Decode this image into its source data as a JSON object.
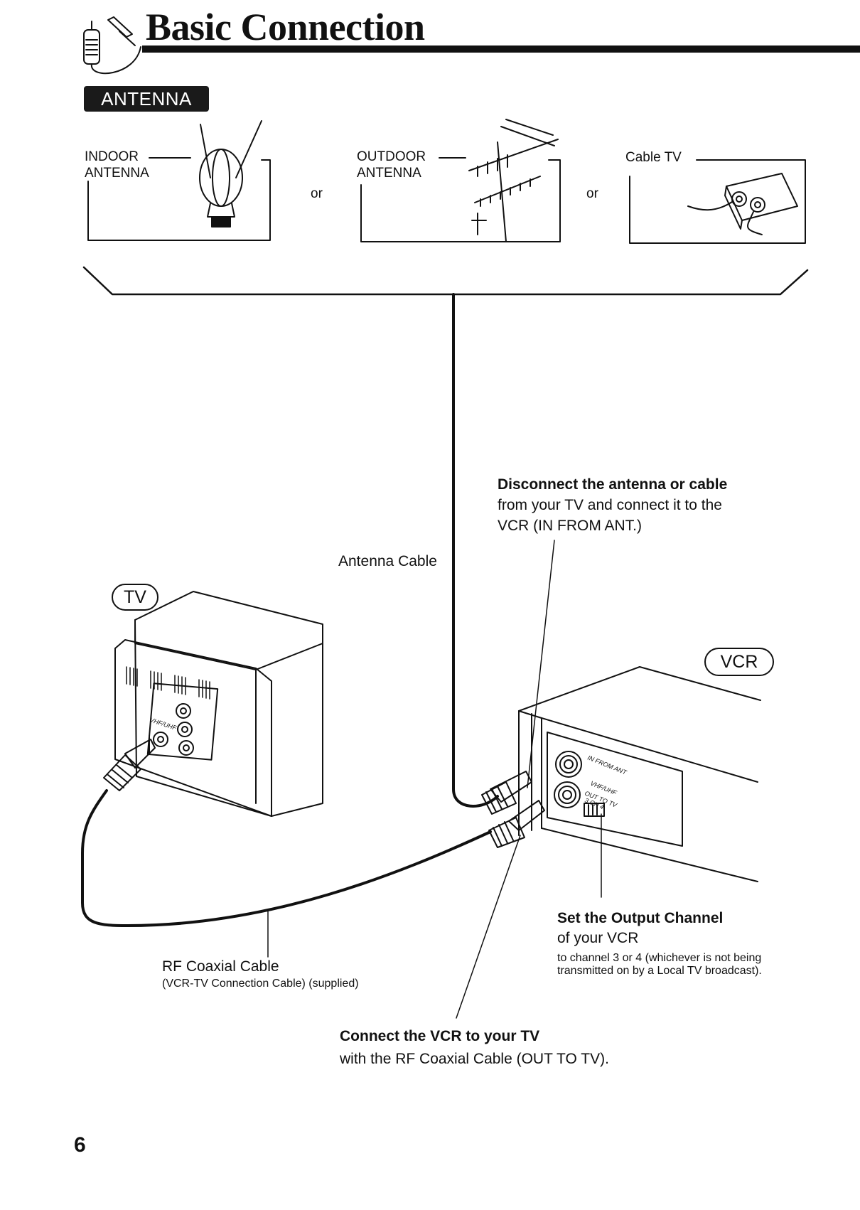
{
  "header": {
    "title": "Basic Connection"
  },
  "section": {
    "badge": "ANTENNA"
  },
  "antenna_options": {
    "indoor": {
      "line1": "INDOOR",
      "line2": "ANTENNA"
    },
    "outdoor": {
      "line1": "OUTDOOR",
      "line2": "ANTENNA"
    },
    "cable": {
      "line1": "Cable TV"
    },
    "or1": "or",
    "or2": "or"
  },
  "labels": {
    "antenna_cable": "Antenna Cable",
    "tv_tag": "TV",
    "vcr_tag": "VCR",
    "vhf_uhf": "VHF/UHF",
    "in_from_ant": "IN FROM ANT",
    "out_to_tv": "OUT TO TV",
    "ch": "3 CH 4"
  },
  "callouts": {
    "disconnect": {
      "title": "Disconnect the antenna or cable",
      "line1": "from your TV and connect it to the",
      "line2": "VCR (IN FROM ANT.)"
    },
    "output": {
      "title": "Set the Output Channel",
      "line1": "of your VCR",
      "line2": "to channel 3 or 4 (whichever is not being",
      "line3": "transmitted on by a Local TV broadcast)."
    },
    "rf": {
      "line1": "RF Coaxial Cable",
      "line2": "(VCR-TV Connection Cable) (supplied)"
    },
    "connect": {
      "title": "Connect the VCR to your TV",
      "line1": "with the RF Coaxial Cable (OUT TO TV)."
    }
  },
  "footer": {
    "page_number": "6"
  }
}
